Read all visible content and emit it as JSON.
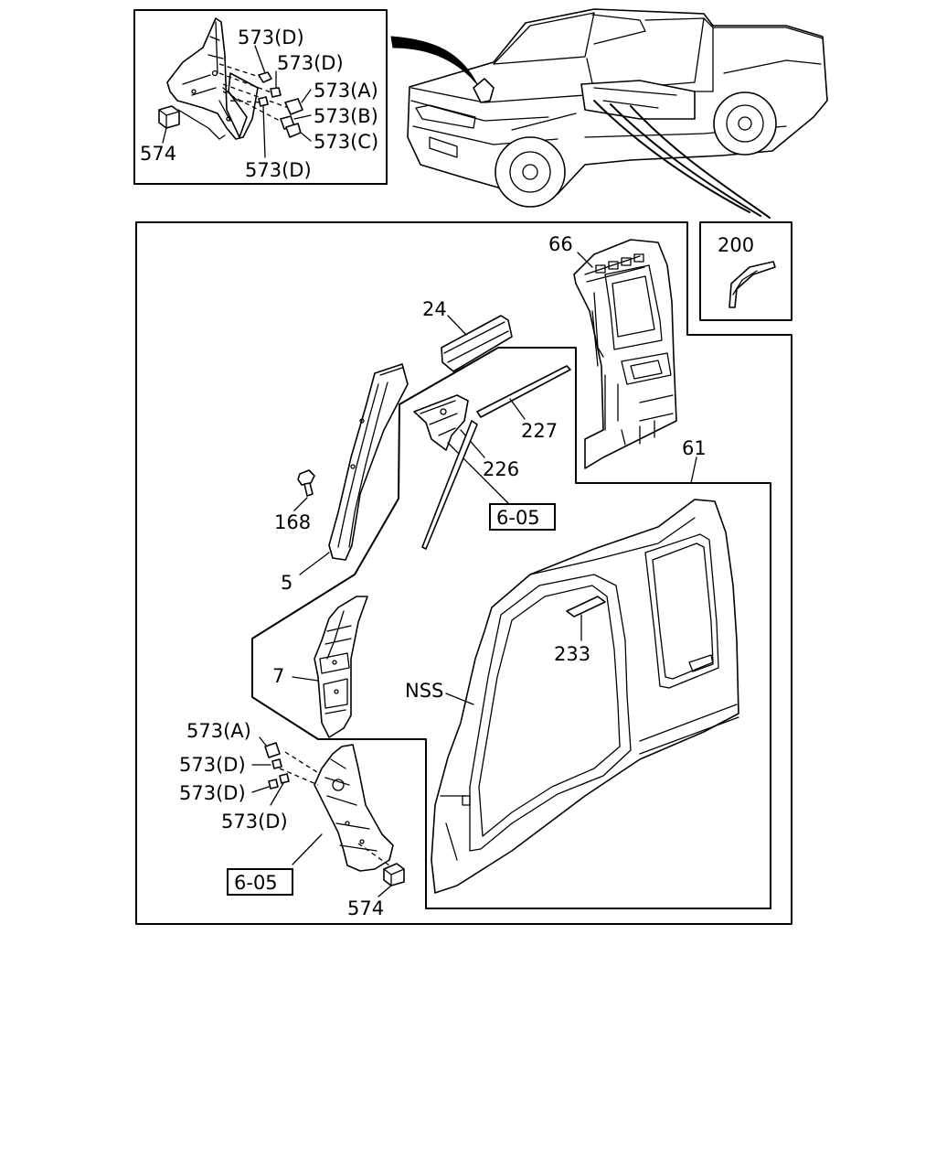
{
  "callouts": {
    "c_573d_1": "573(D)",
    "c_573d_2": "573(D)",
    "c_573a_1": "573(A)",
    "c_573b": "573(B)",
    "c_573c": "573(C)",
    "c_574_1": "574",
    "c_573d_3": "573(D)",
    "c_200": "200",
    "c_66": "66",
    "c_24": "24",
    "c_227": "227",
    "c_226": "226",
    "c_61": "61",
    "c_168": "168",
    "c_5": "5",
    "c_233": "233",
    "c_7": "7",
    "c_nss": "NSS",
    "c_573a_2": "573(A)",
    "c_573d_4": "573(D)",
    "c_573d_5": "573(D)",
    "c_573d_6": "573(D)",
    "c_574_2": "574"
  },
  "refs": {
    "ref_1": "6-05",
    "ref_2": "6-05"
  },
  "colors": {
    "line": "#000000",
    "background": "#ffffff"
  }
}
